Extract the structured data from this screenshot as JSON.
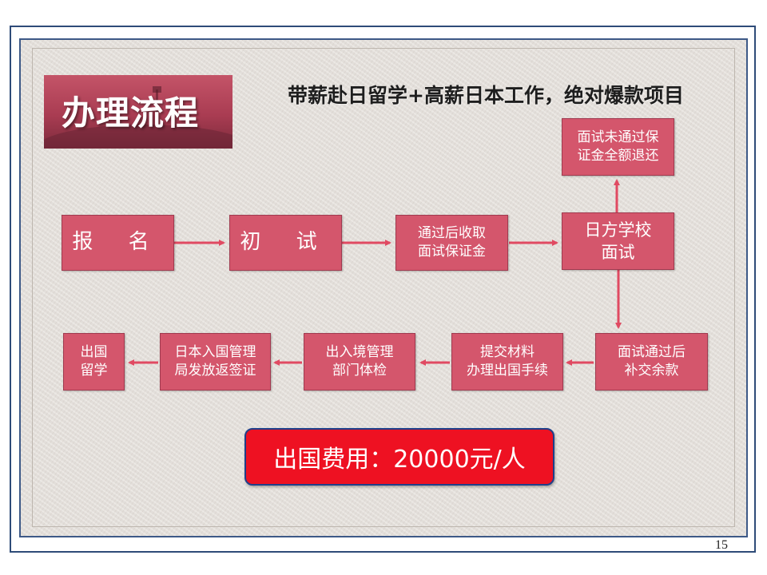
{
  "title": "办理流程",
  "subtitle": "带薪赴日留学+高薪日本工作，绝对爆款项目",
  "steps": {
    "signup": "报 名",
    "first_test": "初 试",
    "collect_deposit": "通过后收取\n面试保证金",
    "school_interview": "日方学校\n面试",
    "refund_note": "面试未通过保\n证金全额退还",
    "pay_balance": "面试通过后\n补交余款",
    "submit_materials": "提交材料\n办理出国手续",
    "health_check": "出入境管理\n部门体检",
    "visa_issue": "日本入国管理\n局发放返签证",
    "go_abroad": "出国\n留学"
  },
  "cost": "出国费用：20000元/人",
  "page_number": "15",
  "colors": {
    "box_fill": "#d4566c",
    "arrow": "#e04a62",
    "cost_fill": "#ee1122",
    "frame": "#2e4b78"
  }
}
